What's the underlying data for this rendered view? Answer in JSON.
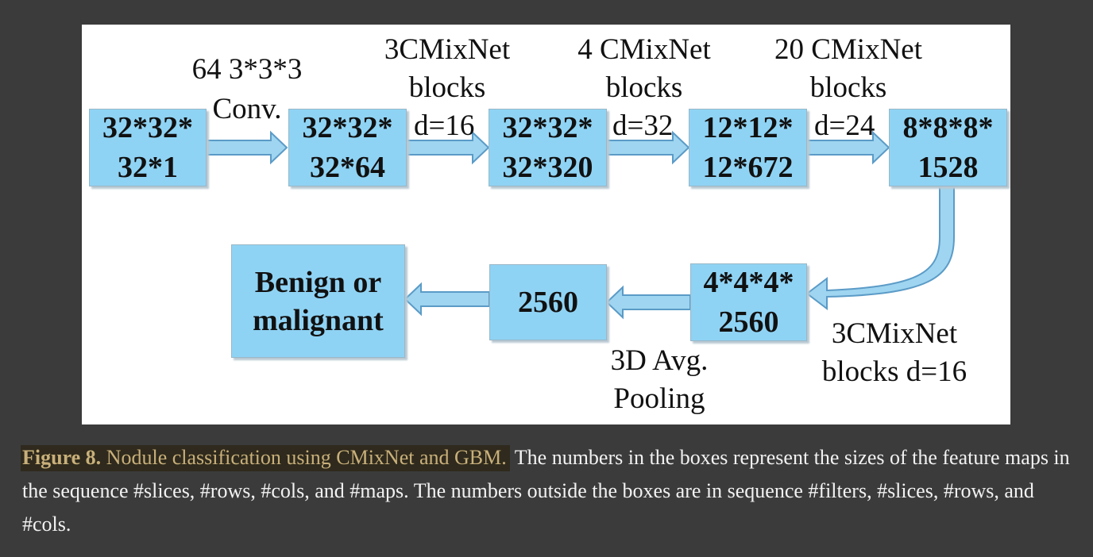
{
  "diagram": {
    "boxes": {
      "input": [
        "32*32*",
        "32*1"
      ],
      "after_conv": [
        "32*32*",
        "32*64"
      ],
      "stage1": [
        "32*32*",
        "32*320"
      ],
      "stage2": [
        "12*12*",
        "12*672"
      ],
      "stage3": [
        "8*8*8*",
        "1528"
      ],
      "stage4": [
        "4*4*4*",
        "2560"
      ],
      "pooled": [
        "2560"
      ],
      "output": [
        "Benign or",
        "malignant"
      ]
    },
    "labels": {
      "conv": [
        "64 3*3*3",
        "Conv."
      ],
      "block1_title": [
        "3CMixNet",
        "blocks"
      ],
      "block1_d": "d=16",
      "block2_title": [
        "4 CMixNet",
        "blocks"
      ],
      "block2_d": "d=32",
      "block3_title": [
        "20 CMixNet",
        "blocks"
      ],
      "block3_d": "d=24",
      "block4": [
        "3CMixNet",
        "blocks d=16"
      ],
      "pooling": [
        "3D Avg.",
        "Pooling"
      ]
    },
    "colors": {
      "box_fill": "#8fd3f4",
      "arrow_fill": "#9fd5f0",
      "arrow_stroke": "#5b9bc7"
    }
  },
  "caption": {
    "label": "Figure 8.",
    "title": "Nodule classification using CMixNet and GBM.",
    "text": "The numbers in the boxes represent the sizes of the feature maps in the sequence #slices, #rows, #cols, and #maps. The numbers outside the boxes are in sequence #filters, #slices, #rows, and #cols."
  }
}
